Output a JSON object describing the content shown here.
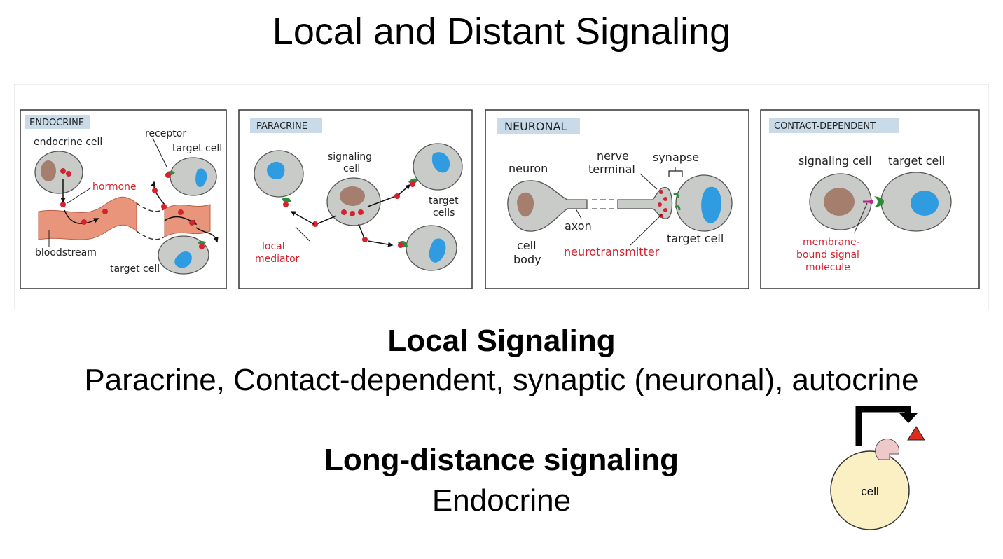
{
  "title": "Local and Distant Signaling",
  "panels": {
    "endocrine": {
      "label": "ENDOCRINE",
      "endocrine_cell": "endocrine cell",
      "receptor": "receptor",
      "target_cell_top": "target cell",
      "hormone": "hormone",
      "bloodstream": "bloodstream",
      "target_cell_bottom": "target cell"
    },
    "paracrine": {
      "label": "PARACRINE",
      "signaling_cell_1": "signaling",
      "signaling_cell_2": "cell",
      "target_cells_1": "target",
      "target_cells_2": "cells",
      "local_mediator_1": "local",
      "local_mediator_2": "mediator"
    },
    "neuronal": {
      "label": "NEURONAL",
      "neuron": "neuron",
      "nerve_terminal_1": "nerve",
      "nerve_terminal_2": "terminal",
      "synapse": "synapse",
      "axon": "axon",
      "cell_body_1": "cell",
      "cell_body_2": "body",
      "target_cell": "target cell",
      "neurotransmitter": "neurotransmitter"
    },
    "contact": {
      "label": "CONTACT-DEPENDENT",
      "signaling_cell": "signaling cell",
      "target_cell": "target cell",
      "membrane_1": "membrane-",
      "membrane_2": "bound signal",
      "membrane_3": "molecule"
    }
  },
  "local_signaling": {
    "heading": "Local Signaling",
    "types": "Paracrine, Contact-dependent, synaptic (neuronal), autocrine"
  },
  "long_distance": {
    "heading": "Long-distance signaling",
    "types": "Endocrine"
  },
  "autocrine_diagram": {
    "cell_label": "cell"
  },
  "colors": {
    "cell_fill": "#c9cbc8",
    "nucleus_brown": "#a57e6e",
    "nucleus_blue": "#2f9be0",
    "signal_red": "#d3232f",
    "receptor_green": "#2e8b3a",
    "bloodstream": "#e9957c",
    "label_bg": "#c9dbe8",
    "autocrine_cell": "#fbefc4",
    "autocrine_receptor": "#efc9c9",
    "autocrine_signal": "#e02b1c"
  }
}
